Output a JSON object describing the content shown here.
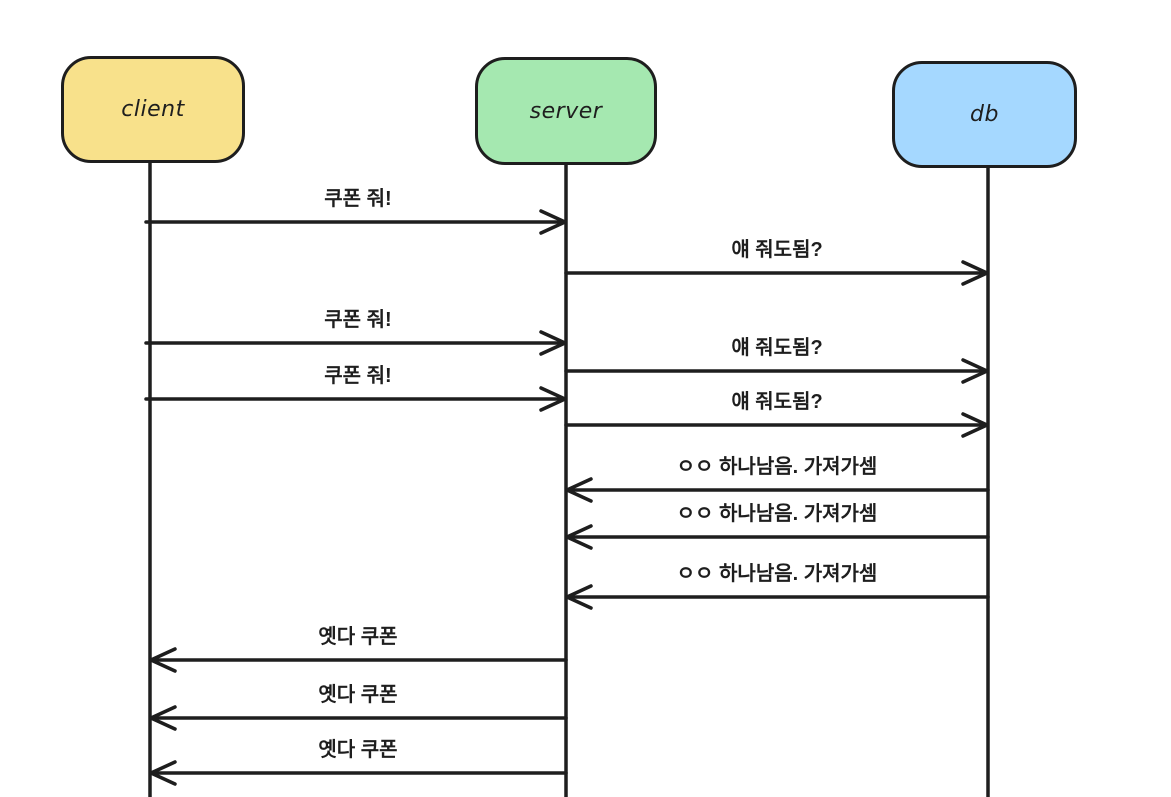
{
  "diagram": {
    "kind": "sequence-diagram",
    "style": "hand-drawn",
    "background_color": "#ffffff",
    "stroke_color": "#1e1e1e"
  },
  "actors": [
    {
      "id": "client",
      "label": "client",
      "fill": "#f8e18b"
    },
    {
      "id": "server",
      "label": "server",
      "fill": "#a5e8b0"
    },
    {
      "id": "db",
      "label": "db",
      "fill": "#a5d8ff"
    }
  ],
  "messages": [
    {
      "label": "쿠폰 줘!",
      "from": "client",
      "to": "server"
    },
    {
      "label": "얘 줘도됨?",
      "from": "server",
      "to": "db"
    },
    {
      "label": "쿠폰 줘!",
      "from": "client",
      "to": "server"
    },
    {
      "label": "얘 줘도됨?",
      "from": "server",
      "to": "db"
    },
    {
      "label": "쿠폰 줘!",
      "from": "client",
      "to": "server"
    },
    {
      "label": "얘 줘도됨?",
      "from": "server",
      "to": "db"
    },
    {
      "label": "ㅇㅇ 하나남음. 가져가셈",
      "from": "db",
      "to": "server"
    },
    {
      "label": "ㅇㅇ 하나남음. 가져가셈",
      "from": "db",
      "to": "server"
    },
    {
      "label": "ㅇㅇ 하나남음. 가져가셈",
      "from": "db",
      "to": "server"
    },
    {
      "label": "옛다 쿠폰",
      "from": "server",
      "to": "client"
    },
    {
      "label": "옛다 쿠폰",
      "from": "server",
      "to": "client"
    },
    {
      "label": "옛다 쿠폰",
      "from": "server",
      "to": "client"
    }
  ]
}
